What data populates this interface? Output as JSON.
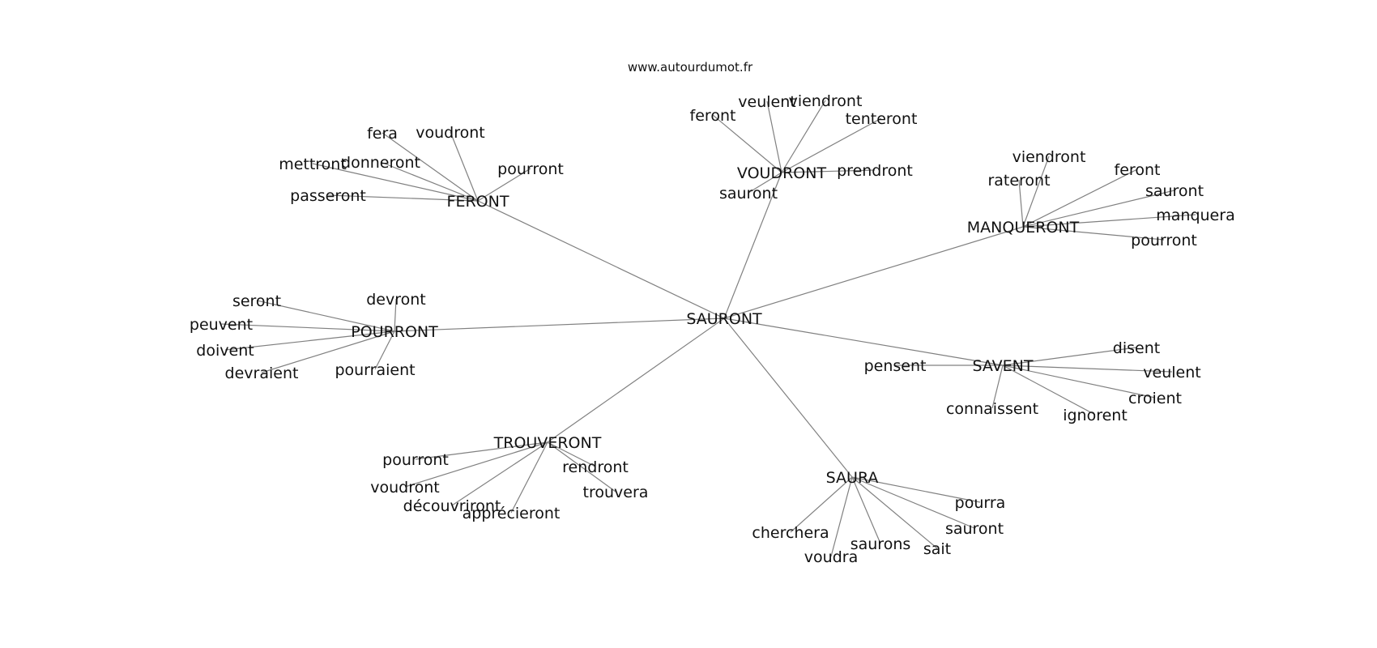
{
  "site_url": "www.autourdumot.fr",
  "root": "SAURONT",
  "groups": [
    {
      "hub": "FERONT",
      "words": [
        "fera",
        "voudront",
        "mettront",
        "donneront",
        "pourront",
        "passeront"
      ]
    },
    {
      "hub": "VOUDRONT",
      "words": [
        "feront",
        "veulent",
        "viendront",
        "tenteront",
        "prendront",
        "sauront"
      ]
    },
    {
      "hub": "MANQUERONT",
      "words": [
        "viendront",
        "rateront",
        "feront",
        "sauront",
        "manquera",
        "pourront"
      ]
    },
    {
      "hub": "POURRONT",
      "words": [
        "seront",
        "devront",
        "peuvent",
        "doivent",
        "devraient",
        "pourraient"
      ]
    },
    {
      "hub": "SAVENT",
      "words": [
        "pensent",
        "disent",
        "veulent",
        "croient",
        "connaissent",
        "ignorent"
      ]
    },
    {
      "hub": "TROUVERONT",
      "words": [
        "pourront",
        "rendront",
        "voudront",
        "trouvera",
        "découvriront",
        "apprécieront"
      ]
    },
    {
      "hub": "SAURA",
      "words": [
        "pourra",
        "sauront",
        "cherchera",
        "saurons",
        "sait",
        "voudra"
      ]
    }
  ]
}
